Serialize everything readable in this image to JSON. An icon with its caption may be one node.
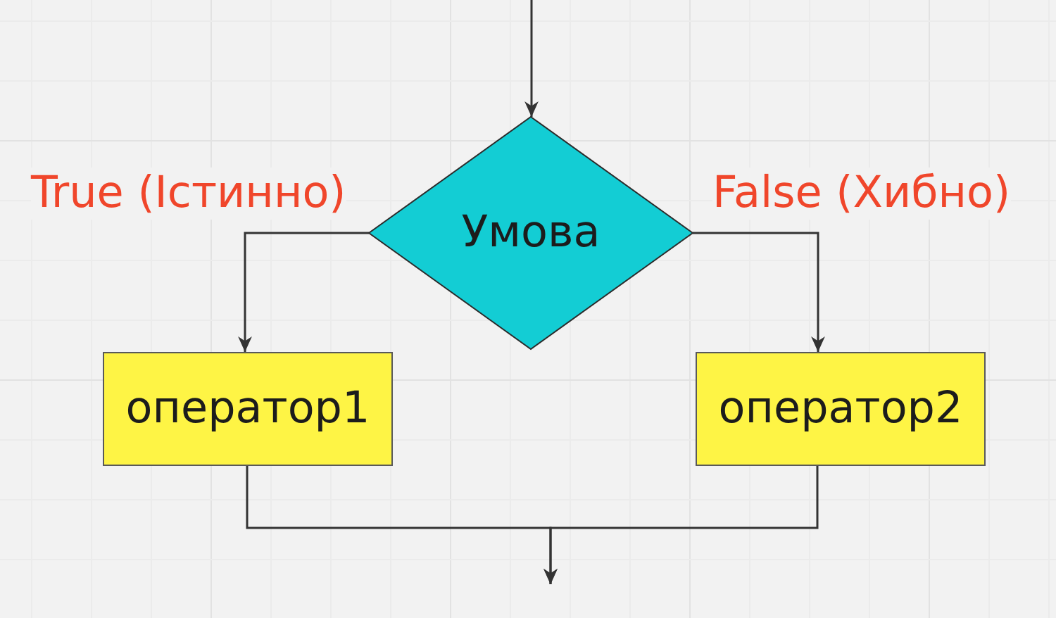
{
  "diagram": {
    "nodes": [
      {
        "text": [
          "Умова"
        ]
      },
      {
        "text": [
          "оператор1"
        ]
      },
      {
        "text": [
          "оператор2"
        ]
      }
    ],
    "edges": [
      {
        "from": null,
        "to": 0,
        "arrow": "to"
      },
      {
        "from": 0,
        "to": 1,
        "arrow": "to",
        "label": "True (Істинно)"
      },
      {
        "from": 0,
        "to": 2,
        "arrow": "to",
        "label": "False (Хибно)"
      },
      {
        "from": 1,
        "to": null,
        "arrow": "to"
      },
      {
        "from": 2,
        "to": null,
        "arrow": "to"
      }
    ]
  }
}
